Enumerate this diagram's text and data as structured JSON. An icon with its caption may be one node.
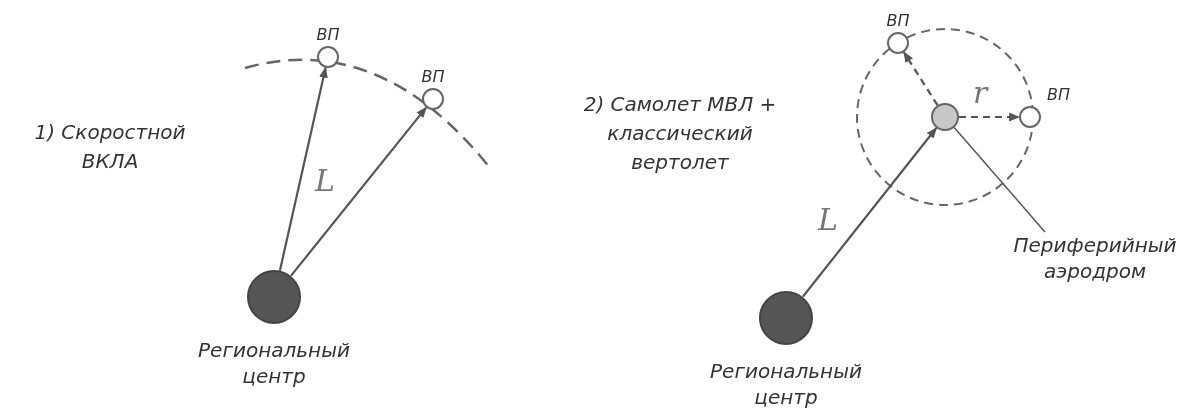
{
  "diagram": {
    "nodes": [
      {
        "text": [
          "ВП"
        ]
      },
      {
        "text": [
          "ВП"
        ]
      },
      {
        "text": [
          "Региональный центр"
        ]
      },
      {
        "text": [
          "ВП"
        ]
      },
      {
        "text": [
          "ВП"
        ]
      },
      {
        "text": [],
        "shape": "circle"
      },
      {
        "text": [
          "Периферийный аэродром"
        ]
      },
      {
        "text": [
          "Региональный центр"
        ]
      }
    ],
    "edges": [
      {
        "from": 2,
        "to": 0,
        "arrow": "to"
      },
      {
        "from": 2,
        "to": 1,
        "arrow": "to"
      },
      {
        "from": 7,
        "to": 5,
        "arrow": "to",
        "label": "L"
      },
      {
        "from": 5,
        "to": 3,
        "arrow": "to",
        "style": "dashed"
      },
      {
        "from": 5,
        "to": 4,
        "arrow": "to",
        "style": "dashed",
        "label": "r"
      },
      {
        "from": 6,
        "to": 5,
        "arrow": "none"
      }
    ],
    "labels": [
      "1) Скоростной ВКЛА",
      "L",
      "2) Самолет МВЛ + классический вертолет"
    ]
  }
}
